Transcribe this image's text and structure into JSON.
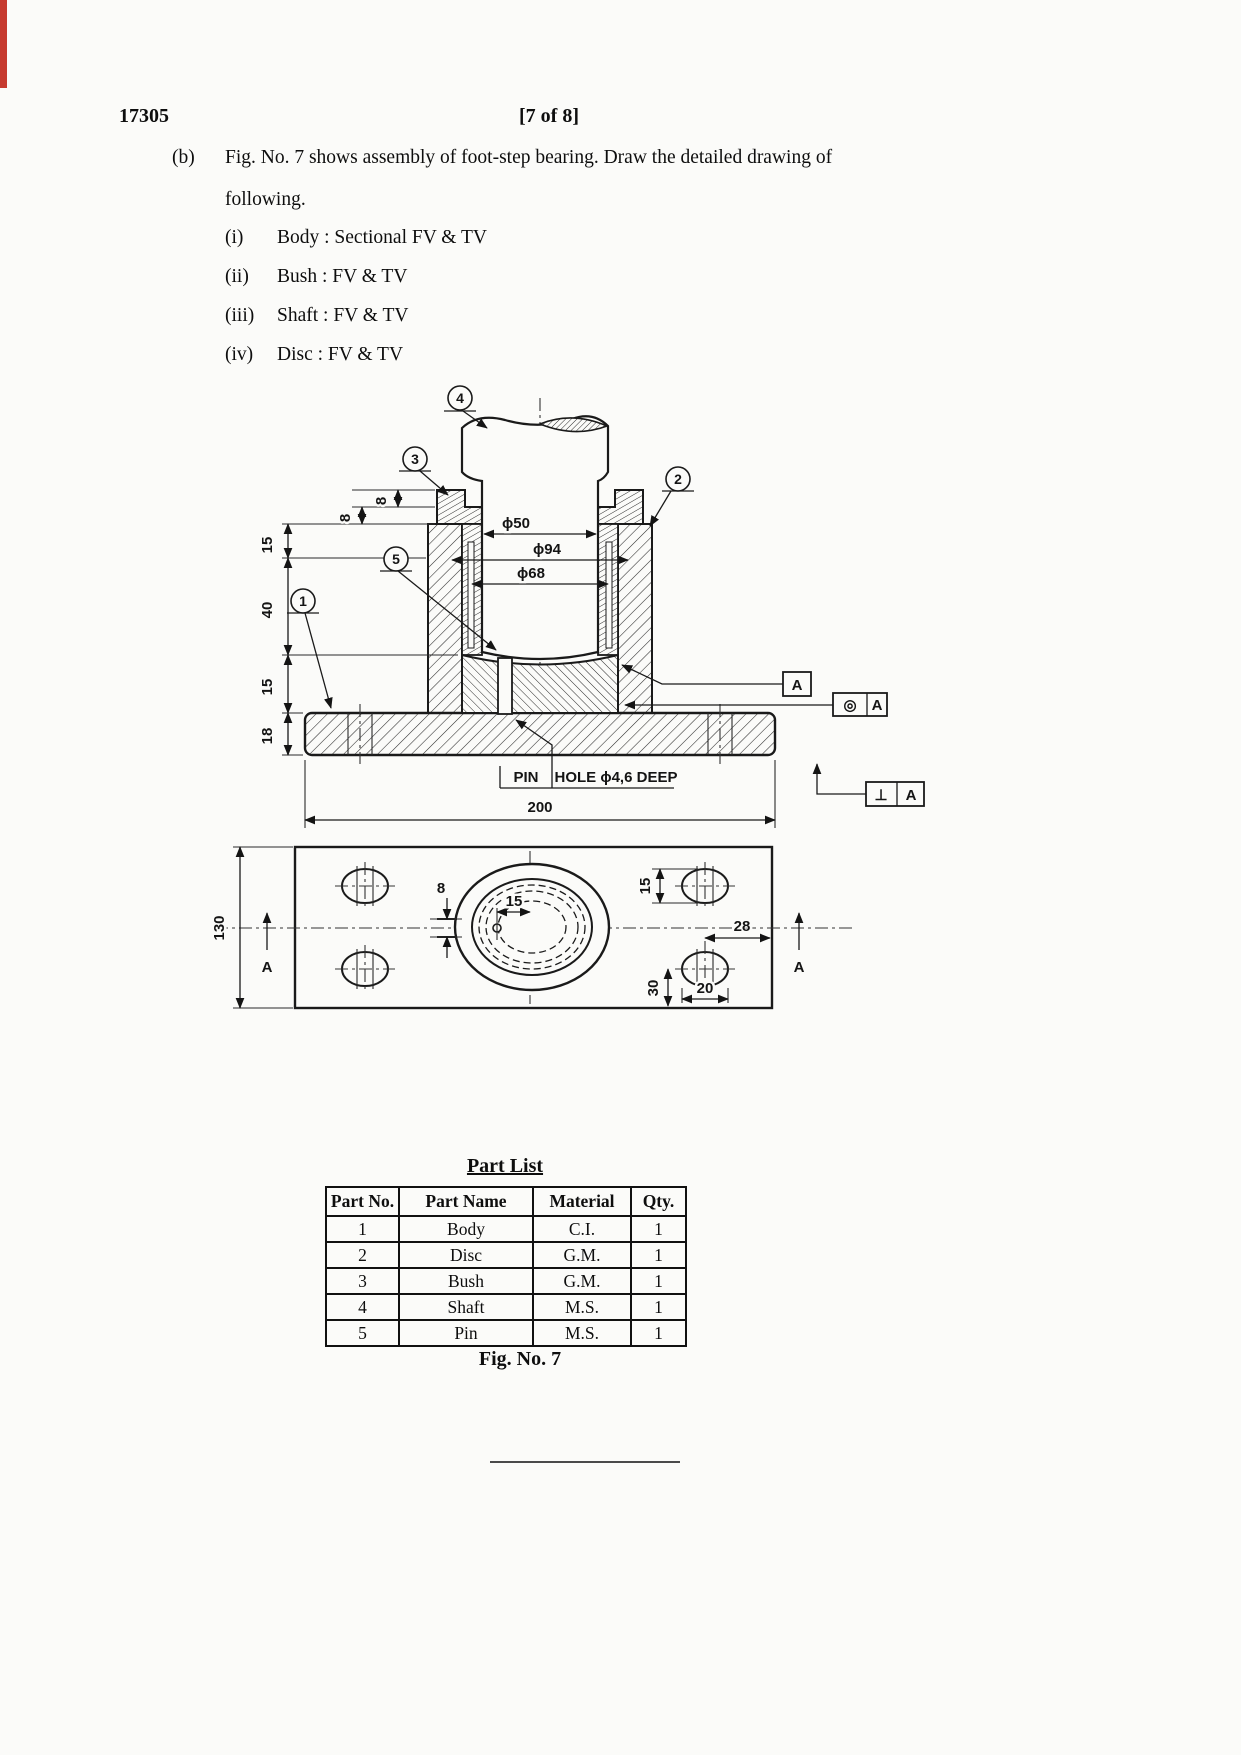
{
  "page": {
    "code": "17305",
    "page_num": "[7 of 8]"
  },
  "question": {
    "part_label": "(b)",
    "line1": "Fig. No. 7 shows assembly of foot-step bearing. Draw the detailed drawing of",
    "line2": "following.",
    "items": [
      {
        "num": "(i)",
        "text": "Body : Sectional FV & TV"
      },
      {
        "num": "(ii)",
        "text": "Bush : FV & TV"
      },
      {
        "num": "(iii)",
        "text": "Shaft : FV & TV"
      },
      {
        "num": "(iv)",
        "text": "Disc : FV & TV"
      }
    ]
  },
  "front_view": {
    "balloons": {
      "b1": "1",
      "b2": "2",
      "b3": "3",
      "b4": "4",
      "b5": "5"
    },
    "dims": {
      "d8_top": "8",
      "d8_bottom": "8",
      "d15_upper": "15",
      "d40": "40",
      "d15_lower": "15",
      "d18": "18",
      "dia50": "ϕ50",
      "dia94": "ϕ94",
      "dia68": "ϕ68",
      "overall": "200"
    },
    "pin_note": {
      "part1": "PIN",
      "part2": "HOLE ϕ4,6 DEEP"
    },
    "gdt": {
      "datum_a": "A",
      "concentricity": "◎",
      "concentricity_datum": "A",
      "perpendicularity": "⊥",
      "perpendicularity_datum": "A"
    }
  },
  "top_view": {
    "dims": {
      "height": "130",
      "keyway": "8",
      "pin_offset": "15",
      "slot_height": "15",
      "edge_offset": "28",
      "hole_offset": "30",
      "slot_width": "20"
    },
    "section_left": "A",
    "section_right": "A"
  },
  "part_list": {
    "title": "Part List",
    "headers": [
      "Part No.",
      "Part Name",
      "Material",
      "Qty."
    ],
    "rows": [
      [
        "1",
        "Body",
        "C.I.",
        "1"
      ],
      [
        "2",
        "Disc",
        "G.M.",
        "1"
      ],
      [
        "3",
        "Bush",
        "G.M.",
        "1"
      ],
      [
        "4",
        "Shaft",
        "M.S.",
        "1"
      ],
      [
        "5",
        "Pin",
        "M.S.",
        "1"
      ]
    ]
  },
  "figure_caption": "Fig. No. 7"
}
